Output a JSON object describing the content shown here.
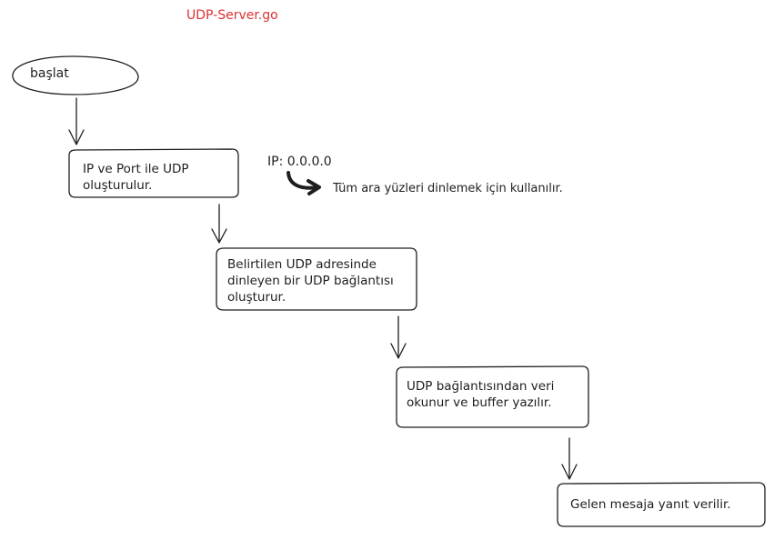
{
  "diagram": {
    "title": "UDP-Server.go",
    "nodes": {
      "start": "başlat",
      "step1": [
        "IP ve Port ile UDP",
        "oluşturulur."
      ],
      "step2": [
        "Belirtilen UDP adresinde",
        "dinleyen bir UDP bağlantısı",
        "oluşturur."
      ],
      "step3": [
        "UDP bağlantısından veri",
        "okunur ve buffer yazılır."
      ],
      "step4": "Gelen mesaja yanıt verilir."
    },
    "annotation": {
      "ip": "IP: 0.0.0.0",
      "desc": "Tüm ara yüzleri dinlemek için kullanılır."
    },
    "colors": {
      "stroke": "#1e1e1e",
      "title": "#e03131",
      "background": "#ffffff"
    }
  }
}
